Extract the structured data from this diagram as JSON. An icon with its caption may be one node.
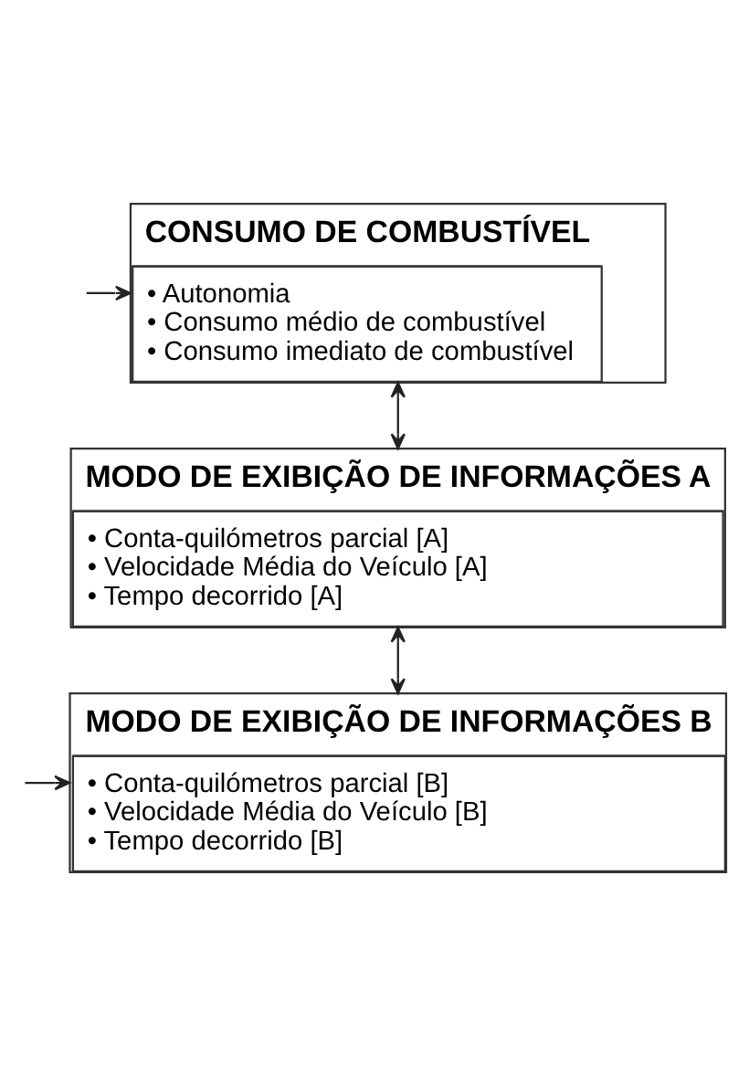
{
  "diagram": {
    "nodes": [
      {
        "text": [
          "CONSUMO DE COMBUSTÍVEL",
          "• Autonomia",
          "• Consumo médio de combustível",
          "• Consumo imediato de combustível"
        ]
      },
      {
        "text": [
          "MODO DE EXIBIÇÃO DE INFORMAÇÕES A",
          "• Conta-quilómetros parcial [A]",
          "• Velocidade Média do Veículo [A]",
          "• Tempo decorrido [A]"
        ]
      },
      {
        "text": [
          "MODO DE EXIBIÇÃO DE INFORMAÇÕES B",
          "• Conta-quilómetros parcial [B]",
          "• Velocidade Média do Veículo [B]",
          "• Tempo decorrido [B]"
        ]
      }
    ],
    "edges": [
      {
        "from": 0,
        "to": 1,
        "arrow": "both"
      },
      {
        "from": 1,
        "to": 2,
        "arrow": "both"
      },
      {
        "from": null,
        "to": 0,
        "arrow": "to"
      },
      {
        "from": null,
        "to": 2,
        "arrow": "to"
      }
    ]
  }
}
